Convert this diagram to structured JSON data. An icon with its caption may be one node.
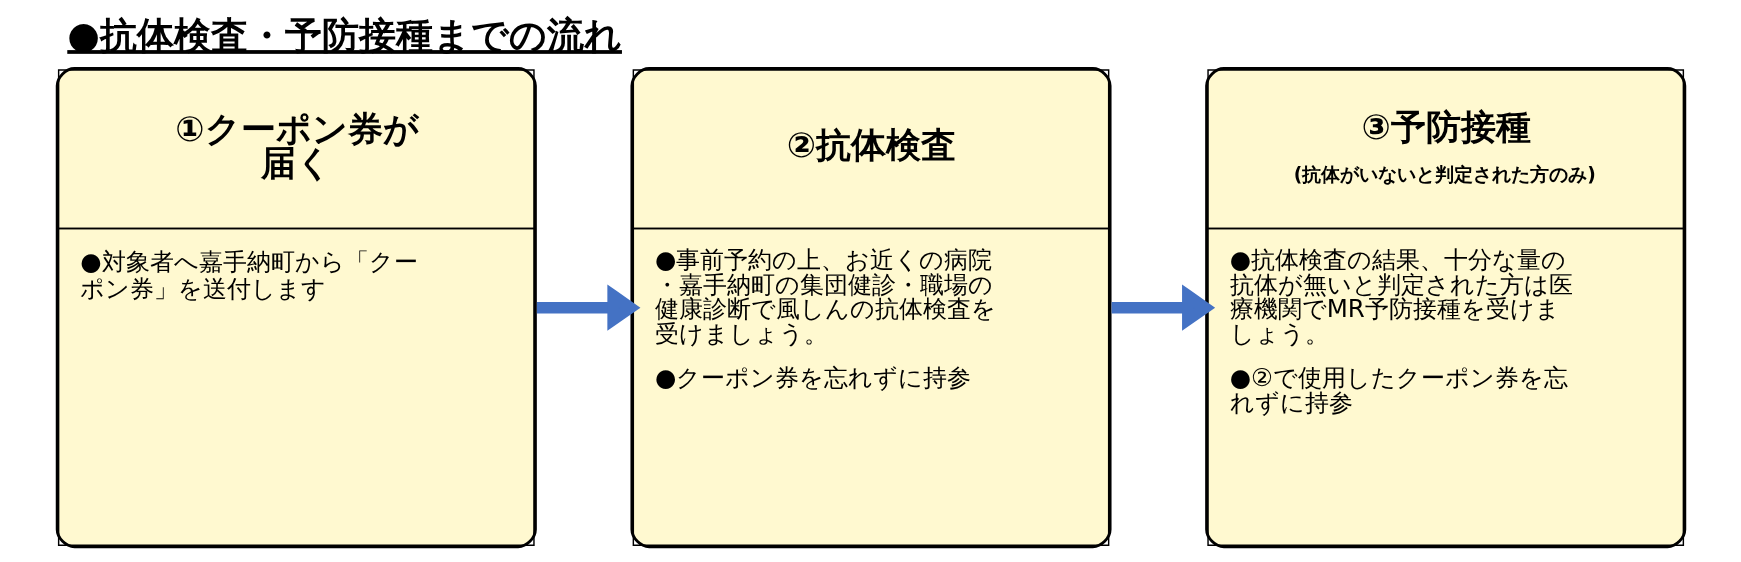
{
  "diagram": {
    "title": "●抗体検査・予防接種までの流れ",
    "nodes": [
      {
        "text": [
          "①クーポン券が届く",
          "●対象者へ嘉手納町から「クーポン券」を送付します"
        ]
      },
      {
        "text": [
          "②抗体検査",
          "●事前予約の上、お近くの病院・嘉手納町の集団健診・職場の健康診断で風しんの抗体検査を受けましょう。",
          "●クーポン券を忘れずに持参"
        ]
      },
      {
        "text": [
          "③予防接種",
          "(抗体がいないと判定された方のみ)",
          "●抗体検査の結果、十分な量の抗体が無いと判定された方は医療機関でMR予防接種を受けましょう。",
          "●②で使用したクーポン券を忘れずに持参"
        ]
      }
    ],
    "edges": [
      {
        "from": 0,
        "to": 1,
        "arrow": "to"
      },
      {
        "from": 1,
        "to": 2,
        "arrow": "to"
      }
    ]
  }
}
